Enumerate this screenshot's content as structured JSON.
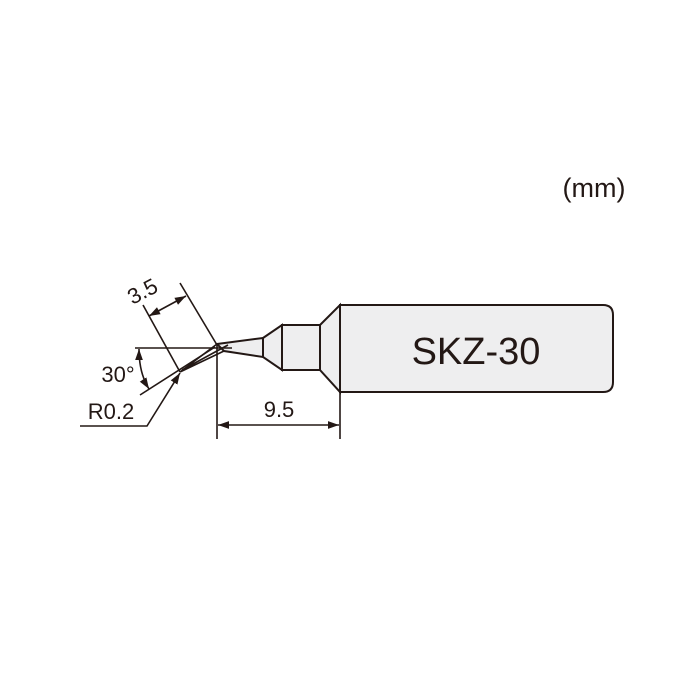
{
  "diagram": {
    "type": "technical-drawing",
    "subject": "soldering iron tip",
    "units_label": "(mm)",
    "model_label": "SKZ-30",
    "dimensions": {
      "tip_width": "3.5",
      "tip_angle": "30°",
      "tip_radius": "R0.2",
      "tip_length": "9.5"
    },
    "colors": {
      "line": "#231815",
      "fill": "#eeeeef",
      "background": "#ffffff"
    }
  }
}
